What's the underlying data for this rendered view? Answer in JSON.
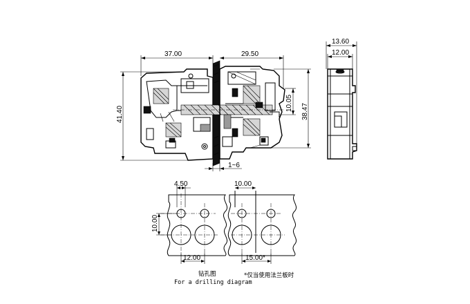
{
  "dimensions": {
    "width_left": "37.00",
    "width_right": "29.50",
    "height_total": "41.40",
    "height_right": "38.47",
    "rail_height": "10.05",
    "panel_range": "1~6",
    "side_width_outer": "13.60",
    "side_width_inner": "12.00"
  },
  "drilling": {
    "hole_offset": "4.50",
    "hole_offset_b": "10.00",
    "row_spacing": "10.00",
    "pitch_a": "12.00",
    "pitch_b": "15.00*"
  },
  "captions": {
    "drill_cn": "钻孔图",
    "drill_en": "For a drilling diagram",
    "note_cn": "*仅当使用法兰板时"
  }
}
